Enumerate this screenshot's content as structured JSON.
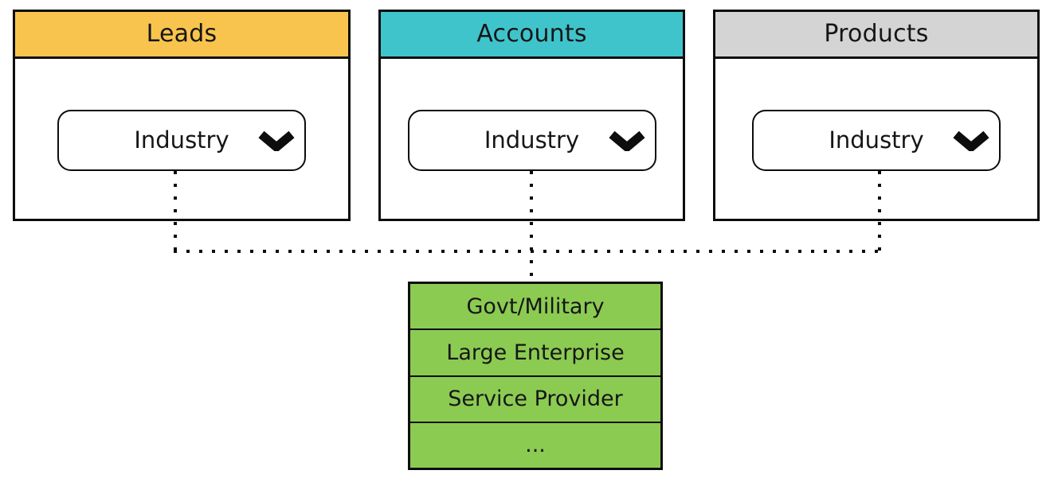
{
  "cards": [
    {
      "title": "Leads",
      "header_color": "#F9C44E",
      "dropdown": {
        "label": "Industry",
        "icon": "chevron-down-icon"
      }
    },
    {
      "title": "Accounts",
      "header_color": "#40C4CB",
      "dropdown": {
        "label": "Industry",
        "icon": "chevron-down-icon"
      }
    },
    {
      "title": "Products",
      "header_color": "#D4D4D4",
      "dropdown": {
        "label": "Industry",
        "icon": "chevron-down-icon"
      }
    }
  ],
  "industry_list": {
    "fill_color": "#8CCB52",
    "items": [
      "Govt/Military",
      "Large Enterprise",
      "Service Provider",
      "..."
    ]
  },
  "colors": {
    "line": "#0d0d0d",
    "card_background": "#ffffff"
  }
}
